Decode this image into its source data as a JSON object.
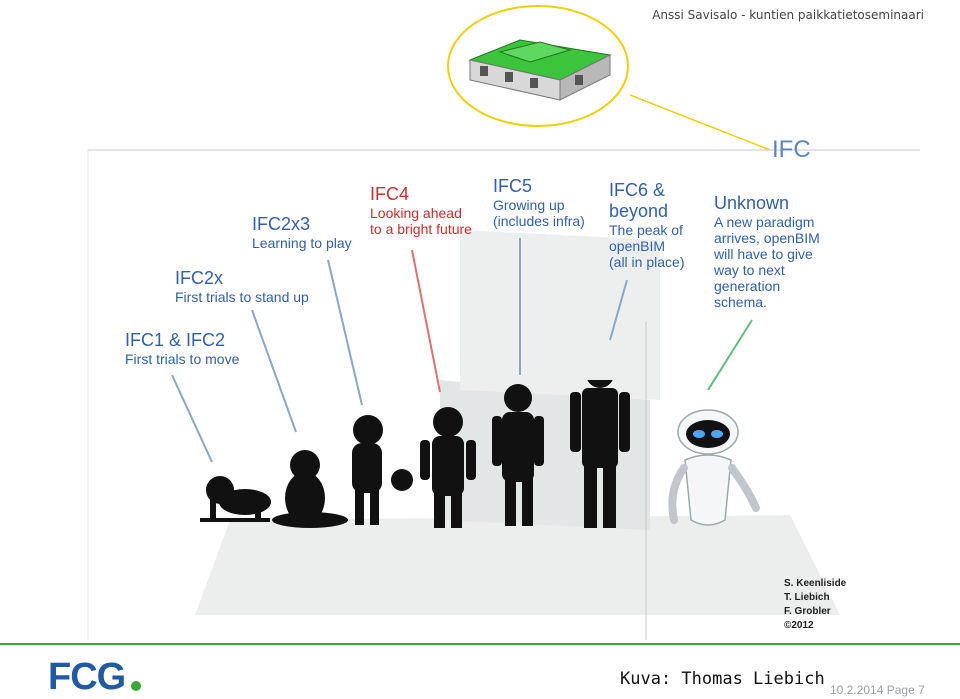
{
  "header": {
    "text": "Anssi Savisalo - kuntien paikkatietoseminaari"
  },
  "title": "IFC",
  "stages": [
    {
      "name": "IFC1 & IFC2",
      "desc": [
        "First trials to move"
      ]
    },
    {
      "name": "IFC2x",
      "desc": [
        "First trials to stand up"
      ]
    },
    {
      "name": "IFC2x3",
      "desc": [
        "Learning to play"
      ]
    },
    {
      "name": "IFC4",
      "desc": [
        "Looking ahead",
        "to a bright future"
      ]
    },
    {
      "name": "IFC5",
      "desc": [
        "Growing up",
        "(includes infra)"
      ]
    },
    {
      "name_lines": [
        "IFC6 &",
        "beyond"
      ],
      "desc": [
        "The peak of",
        "openBIM",
        "(all in place)"
      ]
    },
    {
      "name": "Unknown",
      "desc": [
        "A new paradigm",
        "arrives, openBIM",
        "will have to give",
        "way to next",
        "generation",
        "schema."
      ]
    }
  ],
  "credits": [
    "S. Keenliside",
    "T. Liebich",
    "F. Grobler",
    "©2012"
  ],
  "footer": {
    "logo_text": "FCG",
    "image_credit": "Kuva: Thomas Liebich",
    "date_page": "10.2.2014  Page 7"
  },
  "colors": {
    "accent_blue": "#2f5fb0",
    "accent_red": "#d12a2a",
    "logo_blue": "#1f5aa6",
    "logo_green": "#3aa935",
    "building_green": "#3cc43c"
  }
}
